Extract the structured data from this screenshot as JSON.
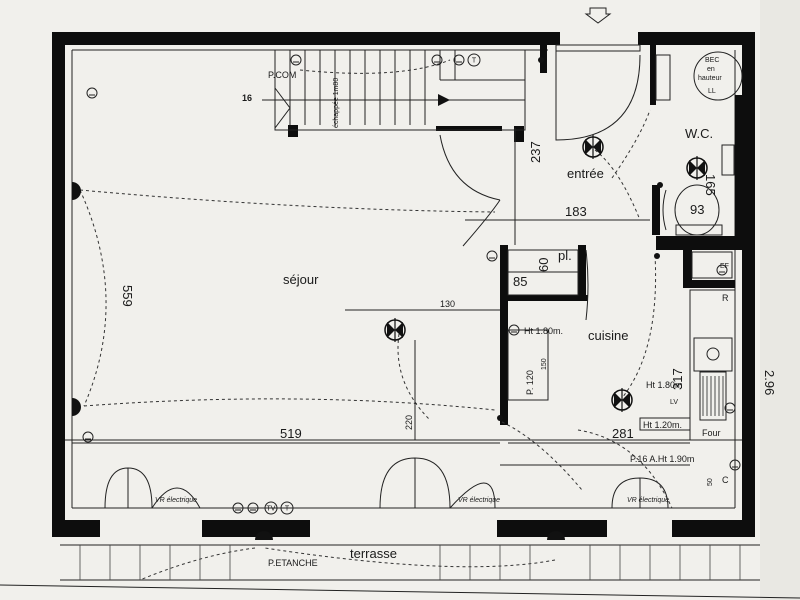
{
  "rooms": {
    "sejour": "séjour",
    "entree": "entrée",
    "wc": "W.C.",
    "cuisine": "cuisine",
    "terrasse": "terrasse",
    "placard": "pl."
  },
  "dimensions": {
    "d559": "559",
    "d237": "237",
    "d183": "183",
    "d165": "165",
    "d93": "93",
    "d85": "85",
    "d60": "60",
    "d130": "130",
    "d120": "P. 120",
    "d150": "150",
    "d220": "220",
    "d519": "519",
    "d281": "281",
    "d317": "317",
    "d296": "2.96",
    "d50": "50"
  },
  "labels": {
    "pcom": "P.COM",
    "step_count": "16",
    "stair_note": "échappée 1m80",
    "bec": "BEC",
    "en": "en",
    "hauteur": "hauteur",
    "ll": "LL",
    "ht180a": "Ht 1.80m.",
    "ht180b": "Ht 1.80m",
    "ht120": "Ht 1.20m.",
    "lv": "LV",
    "four": "Four",
    "p16": "P.16  A.Ht 1.90m",
    "vr1": "VR électrique",
    "vr2": "VR électrique",
    "vr3": "VR électrique",
    "petanche": "P.ETANCHE",
    "r": "R",
    "c": "C",
    "ef": "EF",
    "tv": "TV",
    "t1": "T",
    "t2": "T"
  }
}
